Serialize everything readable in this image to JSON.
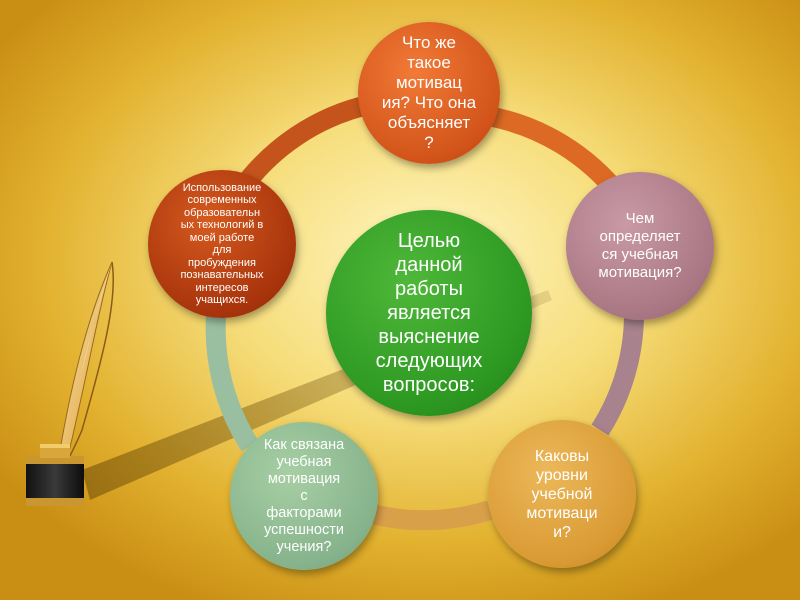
{
  "center": {
    "text": "Целью\nданной\nработы\nявляется\nвыяснение\nследующих\nвопросов:"
  },
  "nodes": {
    "top": "Что же\nтакое\nмотивац\nия? Что она\nобъясняет\n?",
    "right": "Чем\nопределяет\nся учебная\nмотивация?",
    "bottom_right": "Каковы\nуровни\nучебной\nмотиваци\nи?",
    "bottom_left": "Как связана\nучебная\nмотивация\nс\nфакторами\nуспешности\nучения?",
    "left": "Использование\nсовременных\nобразовательн\nых технологий в\nмоей работе\nдля\nпробуждения\nпознавательных\nинтересов\nучащихся."
  },
  "colors": {
    "top": "#d2541a",
    "right": "#a97783",
    "bottom_right": "#d99a33",
    "bottom_left": "#86b38c",
    "left": "#a8340c",
    "center": "#2e9a22"
  },
  "decor": {
    "quill": "quill-pen-icon",
    "inkwell": "inkwell-icon"
  }
}
